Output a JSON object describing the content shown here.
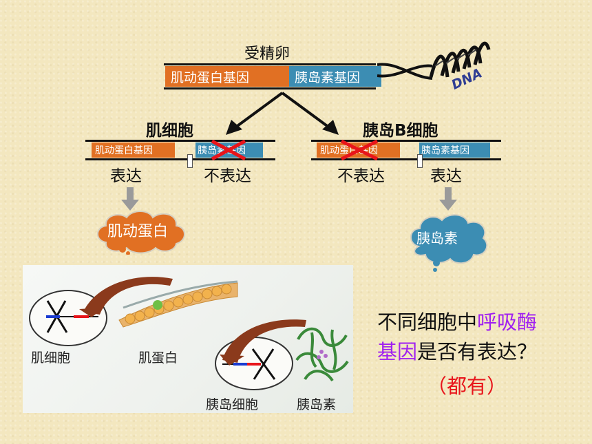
{
  "top": {
    "title": "受精卵",
    "gene_muscle": "肌动蛋白基因",
    "gene_insulin": "胰岛素基因",
    "dna_label": "DNA"
  },
  "left_cell": {
    "title": "肌细胞",
    "gene_muscle": "肌动蛋白基因",
    "gene_insulin": "胰岛素基因",
    "label_expressed": "表达",
    "label_not_expressed": "不表达",
    "product": "肌动蛋白"
  },
  "right_cell": {
    "title": "胰岛B细胞",
    "gene_muscle": "肌动蛋白基因",
    "gene_insulin": "胰岛素基因",
    "label_not_expressed": "不表达",
    "label_expressed": "表达",
    "product": "胰岛素"
  },
  "panel": {
    "muscle_cell": "肌细胞",
    "muscle_protein": "肌蛋白",
    "islet_cell": "胰岛细胞",
    "insulin": "胰岛素"
  },
  "question": {
    "part1": "不同细胞中",
    "part2": "呼吸酶",
    "part3": "基因",
    "part4": "是否有表达？",
    "answer": "（都有）"
  },
  "colors": {
    "orange": "#e17023",
    "teal": "#3c8db3",
    "purple": "#a020f0",
    "red": "#e8151b"
  }
}
